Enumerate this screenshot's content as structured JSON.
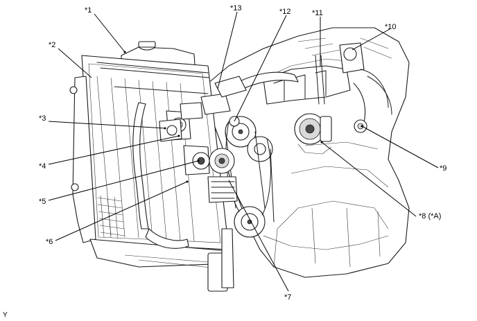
{
  "diagram": {
    "callouts": [
      {
        "id": "c1",
        "label": "*1"
      },
      {
        "id": "c2",
        "label": "*2"
      },
      {
        "id": "c3",
        "label": "*3"
      },
      {
        "id": "c4",
        "label": "*4"
      },
      {
        "id": "c5",
        "label": "*5"
      },
      {
        "id": "c6",
        "label": "*6"
      },
      {
        "id": "c7",
        "label": "*7"
      },
      {
        "id": "c8",
        "label": "*8 (*A)"
      },
      {
        "id": "c9",
        "label": "*9"
      },
      {
        "id": "c10",
        "label": "*10"
      },
      {
        "id": "c11",
        "label": "*11"
      },
      {
        "id": "c12",
        "label": "*12"
      },
      {
        "id": "c13",
        "label": "*13"
      }
    ],
    "footer_code": "Y"
  }
}
